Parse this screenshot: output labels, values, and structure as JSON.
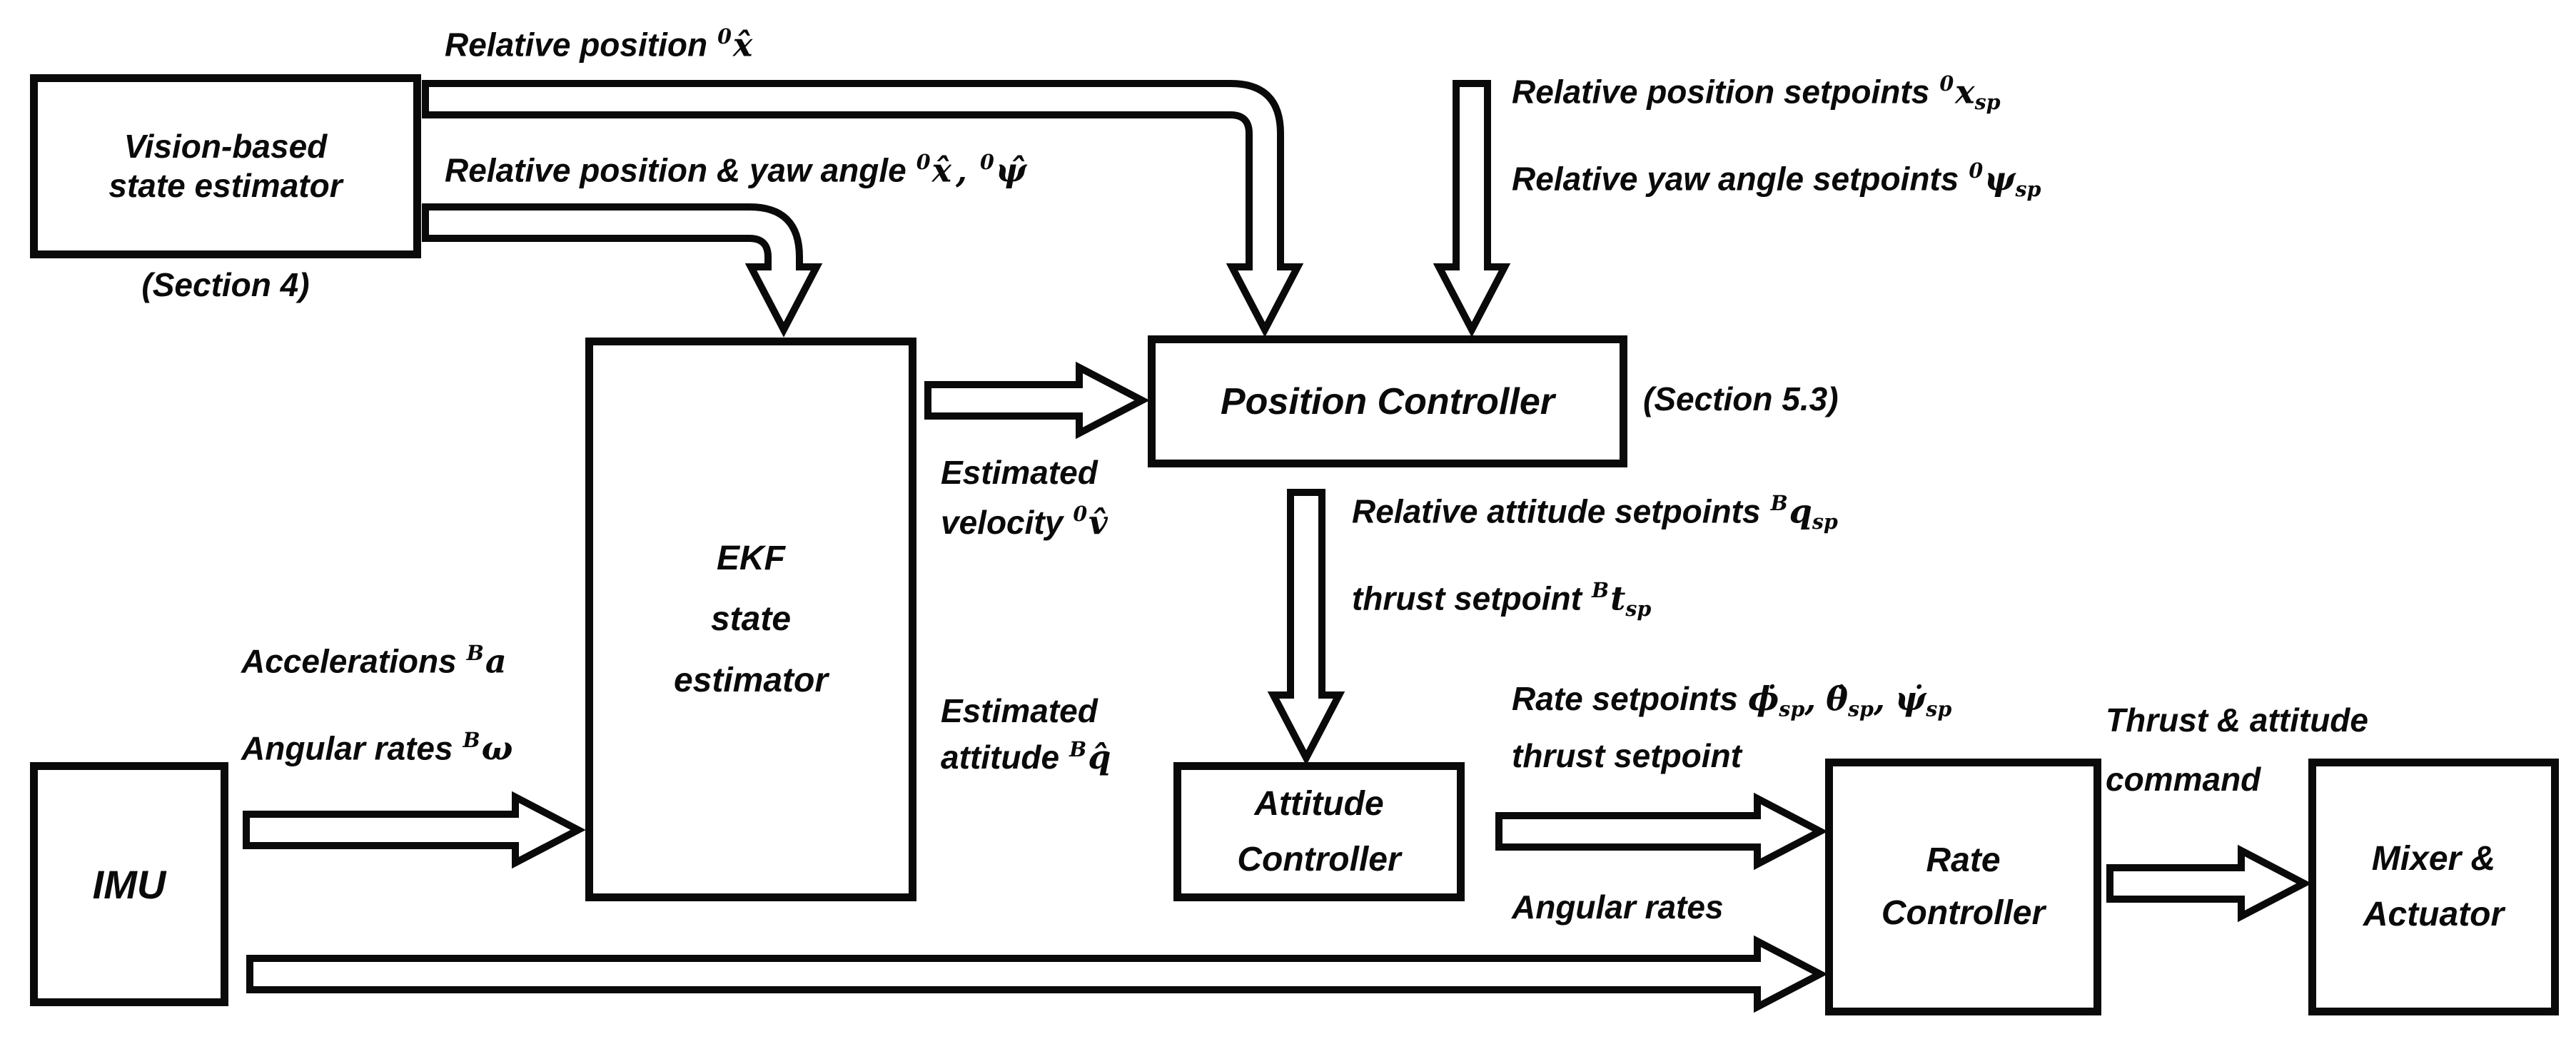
{
  "page": {
    "background": "#ffffff",
    "ink": "#0a0a0a"
  },
  "boxes": {
    "vision": {
      "line1": "Vision-based",
      "line2": "state estimator",
      "caption": "(Section 4)"
    },
    "ekf": {
      "line1": "EKF",
      "line2": "state",
      "line3": "estimator"
    },
    "position": {
      "label": "Position Controller",
      "caption": "(Section 5.3)"
    },
    "attitude": {
      "line1": "Attitude",
      "line2": "Controller"
    },
    "rate": {
      "line1": "Rate",
      "line2": "Controller"
    },
    "mixer": {
      "line1": "Mixer &",
      "line2": "Actuator"
    },
    "imu": {
      "label": "IMU"
    }
  },
  "labels": {
    "rel_pos": {
      "text": "Relative position",
      "frame": "0",
      "sym": "x̂"
    },
    "rel_pos_yaw": {
      "text": "Relative position & yaw angle",
      "frame1": "0",
      "sym1": "x̂",
      "sep": ",",
      "frame2": "0",
      "sym2": "ψ̂"
    },
    "rel_pos_sp": {
      "text": "Relative position setpoints",
      "frame": "0",
      "sym": "x",
      "sub": "sp"
    },
    "rel_yaw_sp": {
      "text": "Relative yaw angle setpoints",
      "frame": "0",
      "sym": "ψ",
      "sub": "sp"
    },
    "est_vel": {
      "line1": "Estimated",
      "line2": "velocity",
      "frame": "0",
      "sym": "v̂"
    },
    "est_att": {
      "line1": "Estimated",
      "line2": "attitude",
      "frame": "B",
      "sym": "q̂"
    },
    "accelerations": {
      "text": "Accelerations",
      "frame": "B",
      "sym": "a"
    },
    "angular_rates_imu": {
      "text": "Angular rates",
      "frame": "B",
      "sym": "ω"
    },
    "rel_att_sp": {
      "text": "Relative attitude setpoints",
      "frame": "B",
      "sym": "q",
      "sub": "sp"
    },
    "thrust_sp": {
      "text": "thrust setpoint",
      "frame": "B",
      "sym": "t",
      "sub": "sp"
    },
    "rate_sp": {
      "text": "Rate setpoints",
      "sym1": "ϕ̇",
      "sub1": "sp",
      "c1": ",",
      "sym2": "θ̇",
      "sub2": "sp",
      "c2": ",",
      "sym3": "ψ̇",
      "sub3": "sp"
    },
    "thrust_sp2": {
      "text": "thrust setpoint"
    },
    "angular_rates_fb": {
      "text": "Angular rates"
    },
    "thrust_att_cmd": {
      "line1": "Thrust & attitude",
      "line2": "command"
    }
  }
}
